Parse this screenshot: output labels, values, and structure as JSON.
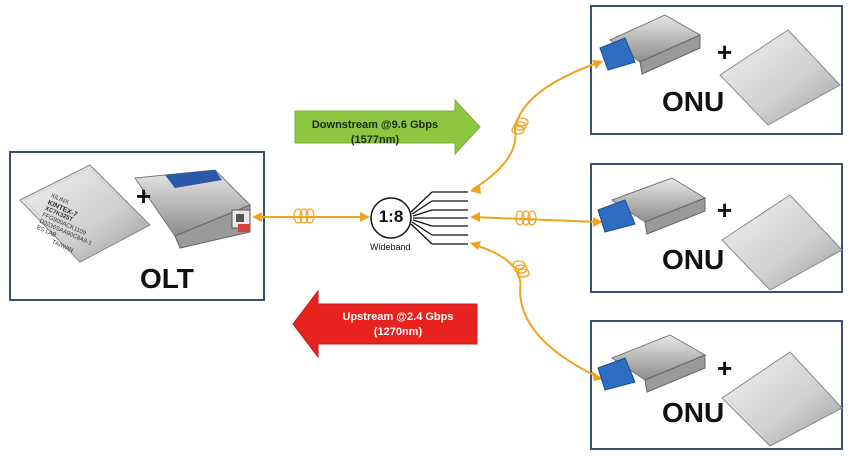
{
  "olt": {
    "label": "OLT",
    "plus": "+",
    "chip": {
      "line1": "XILINX",
      "line2": "KINTEX-7",
      "line3": "XC7K325T",
      "line4": "FFG900ACK1109",
      "line5": "D0236SAA90C8A8-1",
      "line6": "ES LAB",
      "line7": "TAIWAN"
    }
  },
  "onus": [
    {
      "label": "ONU",
      "plus": "+"
    },
    {
      "label": "ONU",
      "plus": "+"
    },
    {
      "label": "ONU",
      "plus": "+"
    }
  ],
  "splitter": {
    "ratio": "1:8",
    "caption": "Wideband"
  },
  "downstream": {
    "line1": "Downstream @9.6 Gbps",
    "line2": "(1577nm)",
    "color": "#8dc640"
  },
  "upstream": {
    "line1": "Upstream @2.4 Gbps",
    "line2": "(1270nm)",
    "color": "#e8221f"
  },
  "fiber_color": "#f0a31e",
  "box_border_color": "#3e4f6e"
}
